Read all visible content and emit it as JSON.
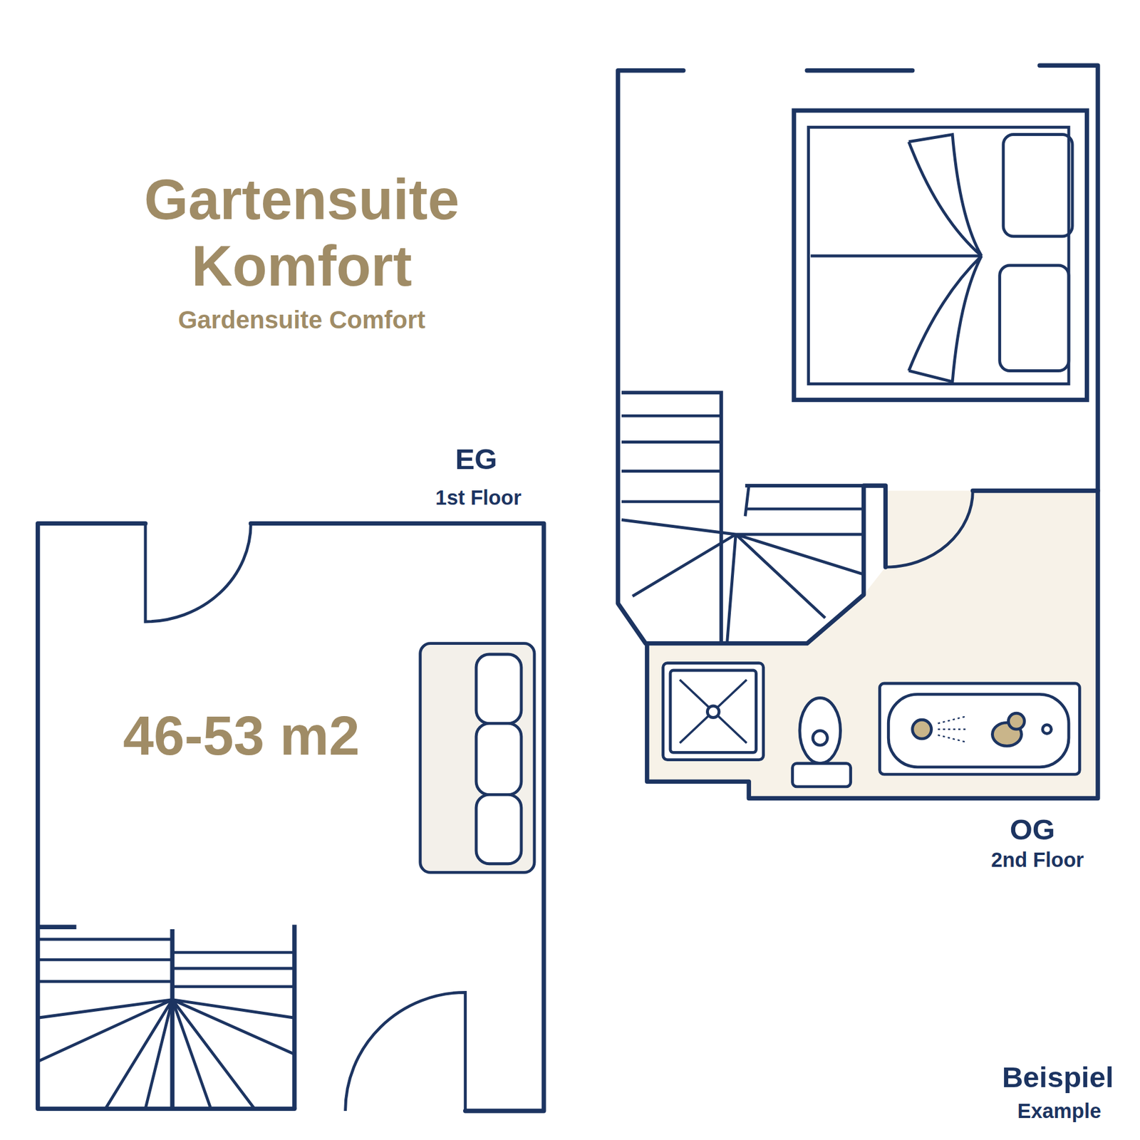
{
  "diagram": {
    "title": "Gartensuite Komfort",
    "labels": [
      "Gardensuite Comfort",
      "EG",
      "1st Floor",
      "46-53 m2",
      "OG",
      "2nd Floor",
      "Beispiel",
      "Example"
    ]
  }
}
